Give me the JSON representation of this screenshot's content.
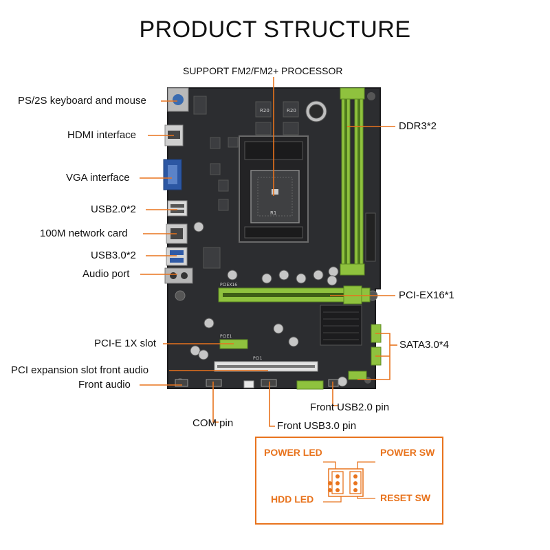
{
  "title": "PRODUCT STRUCTURE",
  "labels": {
    "processor": "SUPPORT FM2/FM2+ PROCESSOR",
    "ps2": "PS/2S keyboard and mouse",
    "hdmi": "HDMI interface",
    "vga": "VGA interface",
    "usb2": "USB2.0*2",
    "network": "100M network card",
    "usb3": "USB3.0*2",
    "audio": "Audio port",
    "pcie1x": "PCI-E 1X slot",
    "pci_front_audio": "PCI expansion slot front audio",
    "front_audio": "Front audio",
    "com": "COM pin",
    "ddr3": "DDR3*2",
    "pciex16": "PCI-EX16*1",
    "sata": "SATA3.0*4",
    "front_usb2": "Front USB2.0 pin",
    "front_usb3": "Front USB3.0 pin"
  },
  "panel_pins": {
    "power_led": "POWER LED",
    "power_sw": "POWER SW",
    "hdd_led": "HDD  LED",
    "reset_sw": "RESET SW"
  },
  "board_marks": {
    "r20": "R20",
    "r20b": "R20",
    "r1": "R1",
    "pcie1": "PCIE1",
    "pci1": "PCI1",
    "pcie16": "PCIEX16"
  },
  "colors": {
    "accent": "#e8731d",
    "board": "#2a2b2d",
    "slot_green": "#8fc23e",
    "leader": "#e8731d"
  }
}
